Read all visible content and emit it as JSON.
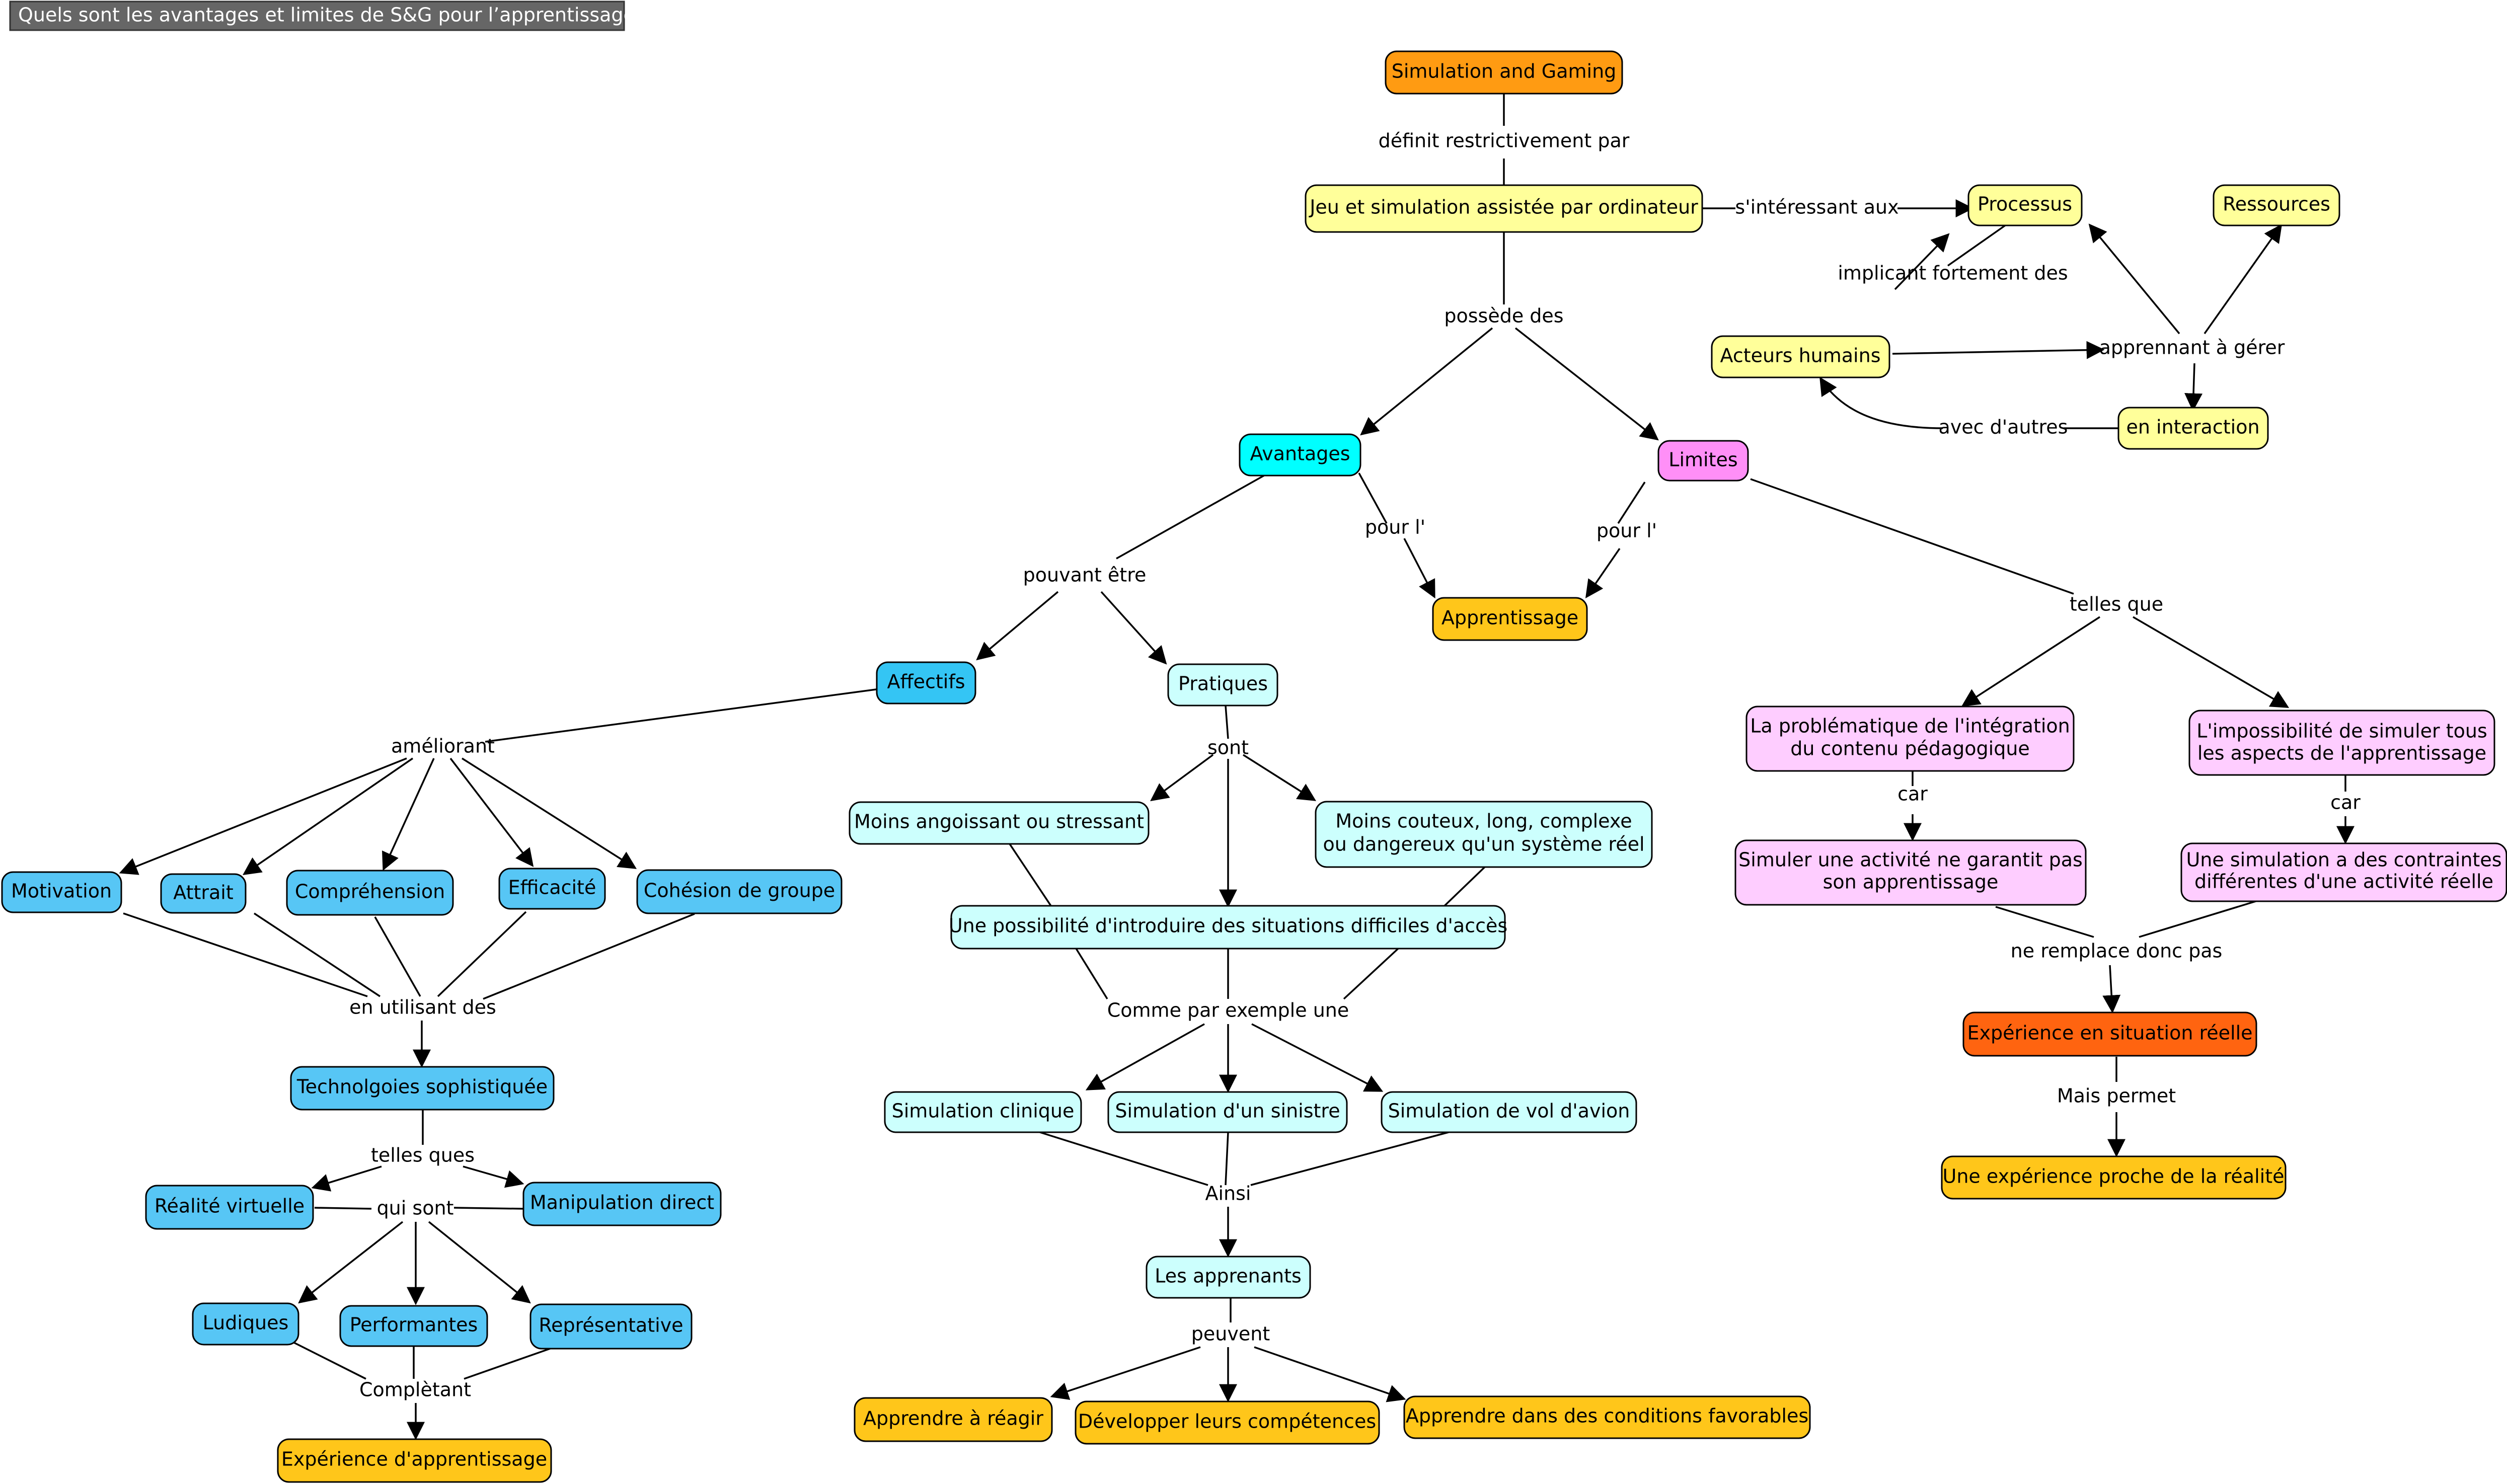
{
  "title": "Quels sont les avantages et limites de S&G pour l’apprentissage ?",
  "colors": {
    "orange": "#ff9b12",
    "yellow_light": "#ffff9a",
    "cyan": "#00ffff",
    "pink": "#ff8ff7",
    "gold": "#ffc61a",
    "blue": "#57c6f5",
    "cyan_light": "#ccfffd",
    "pink_light": "#fecdff",
    "red_orange": "#ff6410",
    "title_bg": "#666666",
    "line": "#000000"
  },
  "nodes": {
    "simulation_gaming": "Simulation and Gaming",
    "jeu_simulation": "Jeu et simulation assistée par ordinateur",
    "processus": "Processus",
    "ressources": "Ressources",
    "acteurs_humains": "Acteurs humains",
    "en_interaction": "en interaction",
    "avantages": "Avantages",
    "limites": "Limites",
    "apprentissage": "Apprentissage",
    "affectifs": "Affectifs",
    "pratiques": "Pratiques",
    "motivation": "Motivation",
    "attrait": "Attrait",
    "comprehension": "Compréhension",
    "efficacite": "Efficacité",
    "cohesion": "Cohésion de groupe",
    "technologies": "Technolgoies sophistiquée",
    "realite_virtuelle": "Réalité virtuelle",
    "manipulation": "Manipulation direct",
    "ludiques": "Ludiques",
    "performantes": "Performantes",
    "representative": "Représentative",
    "experience_apprentissage": "Expérience d'apprentissage",
    "moins_angoissant": "Moins angoissant ou stressant",
    "moins_couteux": "Moins couteux, long, complexe ou dangereux qu'un système réel",
    "possibilite": "Une possibilité d'introduire des situations difficiles d'accès",
    "sim_clinique": "Simulation clinique",
    "sim_sinistre": "Simulation d'un sinistre",
    "sim_avion": "Simulation de vol d'avion",
    "les_apprenants": "Les apprenants",
    "apprendre_reagir": "Apprendre à réagir",
    "developper": "Développer leurs compétences",
    "apprendre_conditions": "Apprendre dans des conditions favorables",
    "problematique": "La problématique de l'intégration du contenu pédagogique",
    "impossibilite": "L'impossibilité de simuler tous les aspects de l'apprentissage",
    "simuler_activite": "Simuler une activité ne garantit pas son apprentissage",
    "contraintes": "Une simulation a des contraintes différentes d'une activité réelle",
    "experience_reelle": "Expérience en situation réelle",
    "experience_proche": "Une expérience proche de la réalité"
  },
  "links": {
    "definit": "définit restrictivement par",
    "interessant": "s'intéressant aux",
    "impliquant": "implicant fortement des",
    "apprenant_gerer": "apprennant à gérer",
    "avec_autres": "avec d'autres",
    "possede": "possède des",
    "pour_l_a": "pour l'",
    "pour_l_l": "pour l'",
    "pouvant_etre": "pouvant être",
    "telles_que": "telles que",
    "ameliorant": "améliorant",
    "en_utilisant": "en utilisant des",
    "telles_ques": "telles ques",
    "qui_sont": "qui sont",
    "completant": "Complètant",
    "sont": "sont",
    "comme_par": "Comme par exemple une",
    "ainsi": "Ainsi",
    "peuvent": "peuvent",
    "car_1": "car",
    "car_2": "car",
    "ne_remplace": "ne remplace donc pas",
    "mais_permet": "Mais permet"
  }
}
